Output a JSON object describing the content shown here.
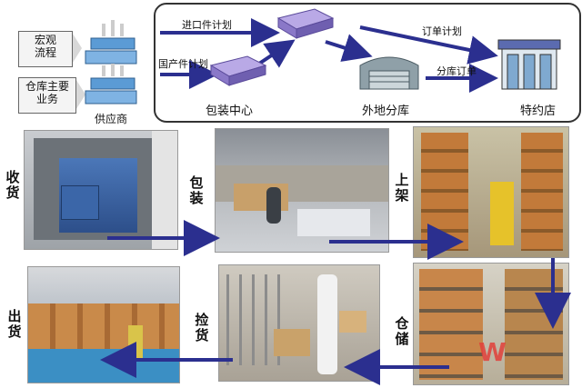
{
  "left": {
    "macro_process": "宏观\n流程",
    "warehouse_main_business": "仓库主要\n业务",
    "supplier": "供应商"
  },
  "flow": {
    "import_plan": "进口件计划",
    "domestic_plan": "国产件计划",
    "order_plan": "订单计划",
    "branch_order": "分库订单",
    "packaging_center": "包装中心",
    "remote_branch_warehouse": "外地分库",
    "special_store": "特约店"
  },
  "stages": {
    "receiving": "收\n货",
    "packaging": "包\n装",
    "shelving": "上\n架",
    "storage": "仓\n储",
    "picking": "捡\n货",
    "shipping": "出\n货"
  },
  "watermark": "W",
  "colors": {
    "arrow": "#2b2f8f",
    "machine": "#8a78c8",
    "server": "#5b9bd5"
  }
}
